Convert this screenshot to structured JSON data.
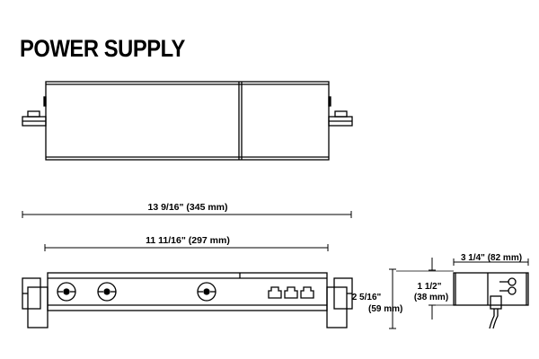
{
  "title": "POWER SUPPLY",
  "dimensions": {
    "overall_length": "13 9/16\" (345 mm)",
    "body_length": "11 11/16\" (297 mm)",
    "depth": "3 1/4\" (82 mm)",
    "total_height_in": "2 5/16\"",
    "total_height_mm": "(59 mm)",
    "body_height_in": "1 1/2\"",
    "body_height_mm": "(38 mm)"
  },
  "colors": {
    "line": "#000000",
    "background": "#ffffff"
  }
}
